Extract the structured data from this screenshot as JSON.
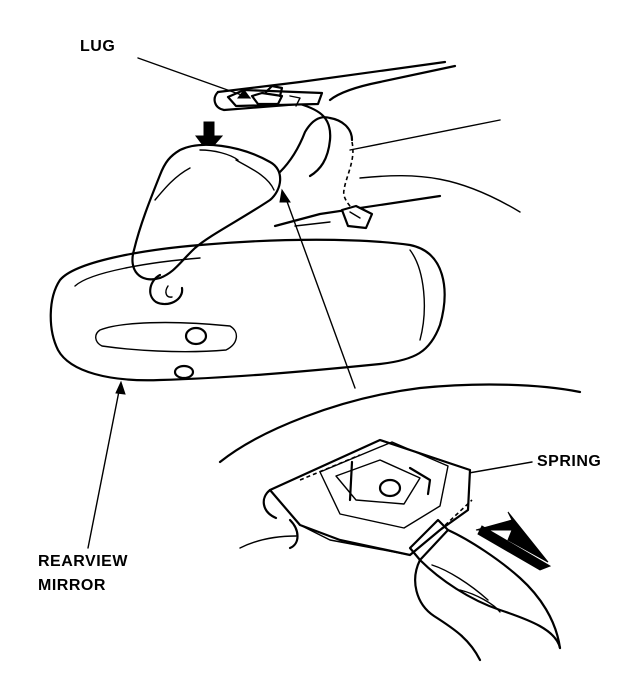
{
  "labels": {
    "lug": "LUG",
    "spring": "SPRING",
    "rearview": "REARVIEW",
    "mirror": "MIRROR"
  },
  "icons": {
    "push_direction_arrow": "filled-arrow-right-to-left",
    "remove_direction_arrow": "filled-arrow-down"
  },
  "colors": {
    "ink": "#000000",
    "paper": "#ffffff"
  }
}
